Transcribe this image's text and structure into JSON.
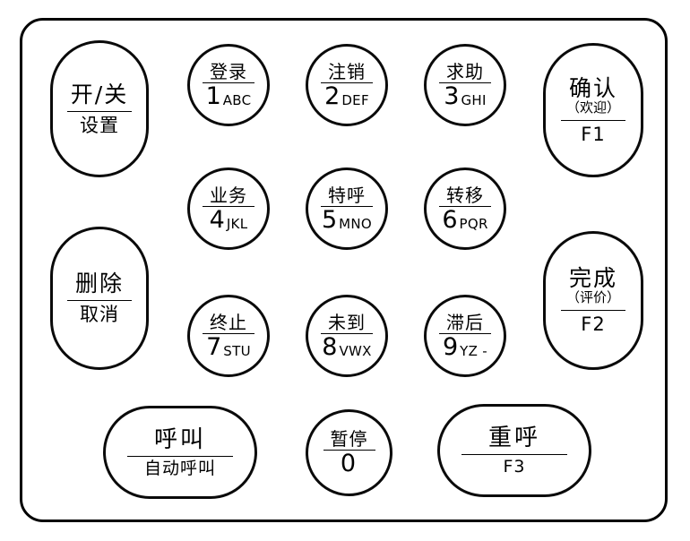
{
  "device": {
    "name": "queue-call-keypad",
    "frame_color": "#000000",
    "background_color": "#ffffff"
  },
  "keys": {
    "power": {
      "top": "开/关",
      "bottom": "设置",
      "shape": "pill"
    },
    "delete": {
      "top": "删除",
      "bottom": "取消",
      "shape": "pill"
    },
    "confirm": {
      "top": "确认",
      "paren": "（欢迎）",
      "bottom": "F1",
      "shape": "pill"
    },
    "finish": {
      "top": "完成",
      "paren": "（评价）",
      "bottom": "F2",
      "shape": "pill"
    },
    "call": {
      "top": "呼叫",
      "bottom": "自动呼叫",
      "shape": "wide-pill"
    },
    "recall": {
      "top": "重呼",
      "bottom": "F3",
      "shape": "wide-pill"
    },
    "numeric": [
      {
        "top": "登录",
        "digit": "1",
        "letters": "ABC",
        "shape": "circle"
      },
      {
        "top": "注销",
        "digit": "2",
        "letters": "DEF",
        "shape": "circle"
      },
      {
        "top": "求助",
        "digit": "3",
        "letters": "GHI",
        "shape": "circle"
      },
      {
        "top": "业务",
        "digit": "4",
        "letters": "JKL",
        "shape": "circle"
      },
      {
        "top": "特呼",
        "digit": "5",
        "letters": "MNO",
        "shape": "circle"
      },
      {
        "top": "转移",
        "digit": "6",
        "letters": "PQR",
        "shape": "circle"
      },
      {
        "top": "终止",
        "digit": "7",
        "letters": "STU",
        "shape": "circle"
      },
      {
        "top": "未到",
        "digit": "8",
        "letters": "VWX",
        "shape": "circle"
      },
      {
        "top": "滞后",
        "digit": "9",
        "letters": "YZ -",
        "shape": "circle"
      },
      {
        "top": "暂停",
        "digit": "0",
        "letters": "",
        "shape": "circle"
      }
    ]
  }
}
